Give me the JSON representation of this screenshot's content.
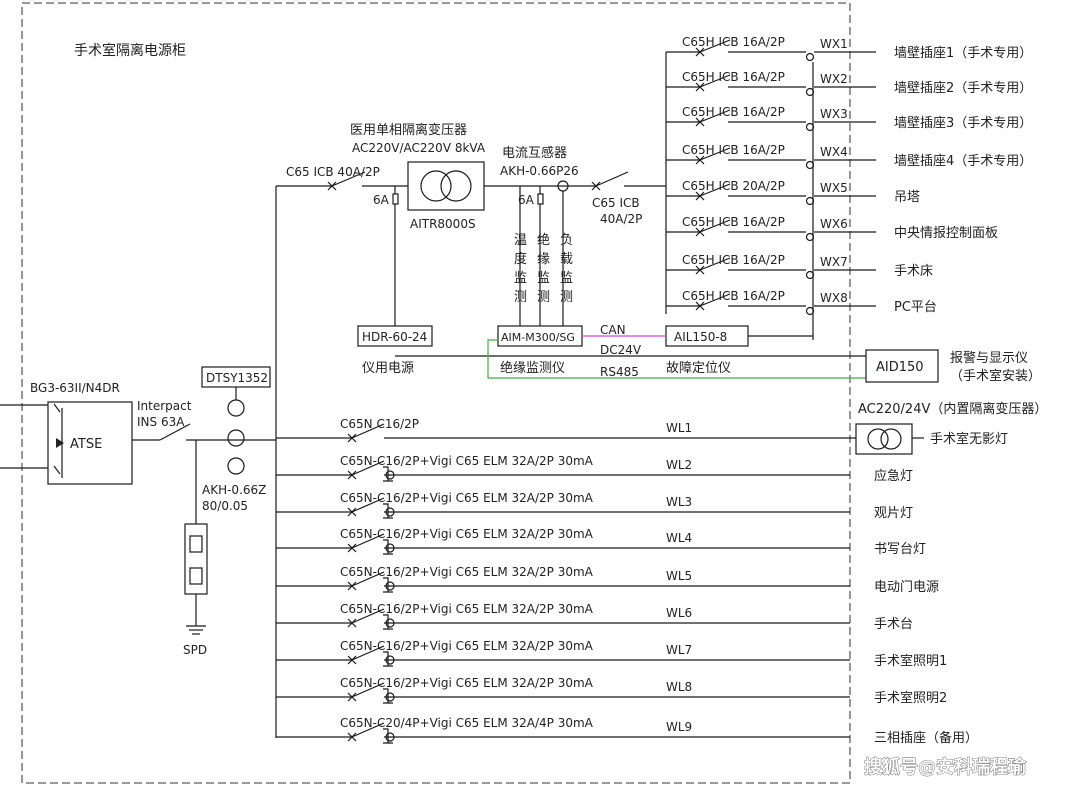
{
  "title": "手术室隔离电源柜",
  "left": {
    "atse_breaker": "BG3-63II/N4DR",
    "atse": "ATSE",
    "switch1": "Interpact",
    "switch2": "INS 63A",
    "dtsy": "DTSY1352",
    "ct1": "AKH-0.66Z",
    "ct2": "80/0.05",
    "spd": "SPD"
  },
  "transformer": {
    "title": "医用单相隔离变压器",
    "rating": "AC220V/AC220V 8kVA",
    "model": "AITR8000S",
    "breaker_in": "C65 ICB 40A/2P",
    "fuse1": "6A",
    "fuse2": "6A"
  },
  "current_sensor": {
    "title": "电流互感器",
    "model": "AKH-0.66P26"
  },
  "breaker_mid": {
    "line1": "C65 ICB",
    "line2": "40A/2P"
  },
  "monitors": [
    "温度监测",
    "绝缘监测",
    "负载监测"
  ],
  "modules": {
    "hdr": "HDR-60-24",
    "aim": "AIM-M300/SG",
    "ail": "AIL150-8",
    "aid": "AID150",
    "hdr_label": "仪用电源",
    "aim_label": "绝缘监测仪",
    "ail_label": "故障定位仪",
    "can": "CAN",
    "dc": "DC24V",
    "rs": "RS485",
    "alarm1": "报警与显示仪",
    "alarm2": "（手术室安装）"
  },
  "wx": [
    {
      "breaker": "C65H ICB 16A/2P",
      "id": "WX1",
      "load": "墙壁插座1（手术专用）"
    },
    {
      "breaker": "C65H ICB 16A/2P",
      "id": "WX2",
      "load": "墙壁插座2（手术专用）"
    },
    {
      "breaker": "C65H ICB 16A/2P",
      "id": "WX3",
      "load": "墙壁插座3（手术专用）"
    },
    {
      "breaker": "C65H ICB 16A/2P",
      "id": "WX4",
      "load": "墙壁插座4（手术专用）"
    },
    {
      "breaker": "C65H ICB 20A/2P",
      "id": "WX5",
      "load": "吊塔"
    },
    {
      "breaker": "C65H ICB 16A/2P",
      "id": "WX6",
      "load": "中央情报控制面板"
    },
    {
      "breaker": "C65H ICB 16A/2P",
      "id": "WX7",
      "load": "手术床"
    },
    {
      "breaker": "C65H ICB 16A/2P",
      "id": "WX8",
      "load": "PC平台"
    }
  ],
  "wl": [
    {
      "breaker": "C65N C16/2P",
      "id": "WL1",
      "load": "手术室无影灯"
    },
    {
      "breaker": "C65N-C16/2P+Vigi C65 ELM 32A/2P 30mA",
      "id": "WL2",
      "load": "应急灯"
    },
    {
      "breaker": "C65N-C16/2P+Vigi C65 ELM 32A/2P 30mA",
      "id": "WL3",
      "load": "观片灯"
    },
    {
      "breaker": "C65N-C16/2P+Vigi C65 ELM 32A/2P 30mA",
      "id": "WL4",
      "load": "书写台灯"
    },
    {
      "breaker": "C65N-C16/2P+Vigi C65 ELM 32A/2P 30mA",
      "id": "WL5",
      "load": "电动门电源"
    },
    {
      "breaker": "C65N-C16/2P+Vigi C65 ELM 32A/2P 30mA",
      "id": "WL6",
      "load": "手术台"
    },
    {
      "breaker": "C65N-C16/2P+Vigi C65 ELM 32A/2P 30mA",
      "id": "WL7",
      "load": "手术室照明1"
    },
    {
      "breaker": "C65N-C16/2P+Vigi C65 ELM 32A/2P 30mA",
      "id": "WL8",
      "load": "手术室照明2"
    },
    {
      "breaker": "C65N-C20/4P+Vigi C65 ELM 32A/4P 30mA",
      "id": "WL9",
      "load": "三相插座（备用）"
    }
  ],
  "wl1_transformer": "AC220/24V（内置隔离变压器）",
  "watermark": "搜狐号@安科瑞程瑜",
  "colors": {
    "line": "#1a1a1a",
    "can": "#d04ad0",
    "rs485": "#3cb043"
  }
}
